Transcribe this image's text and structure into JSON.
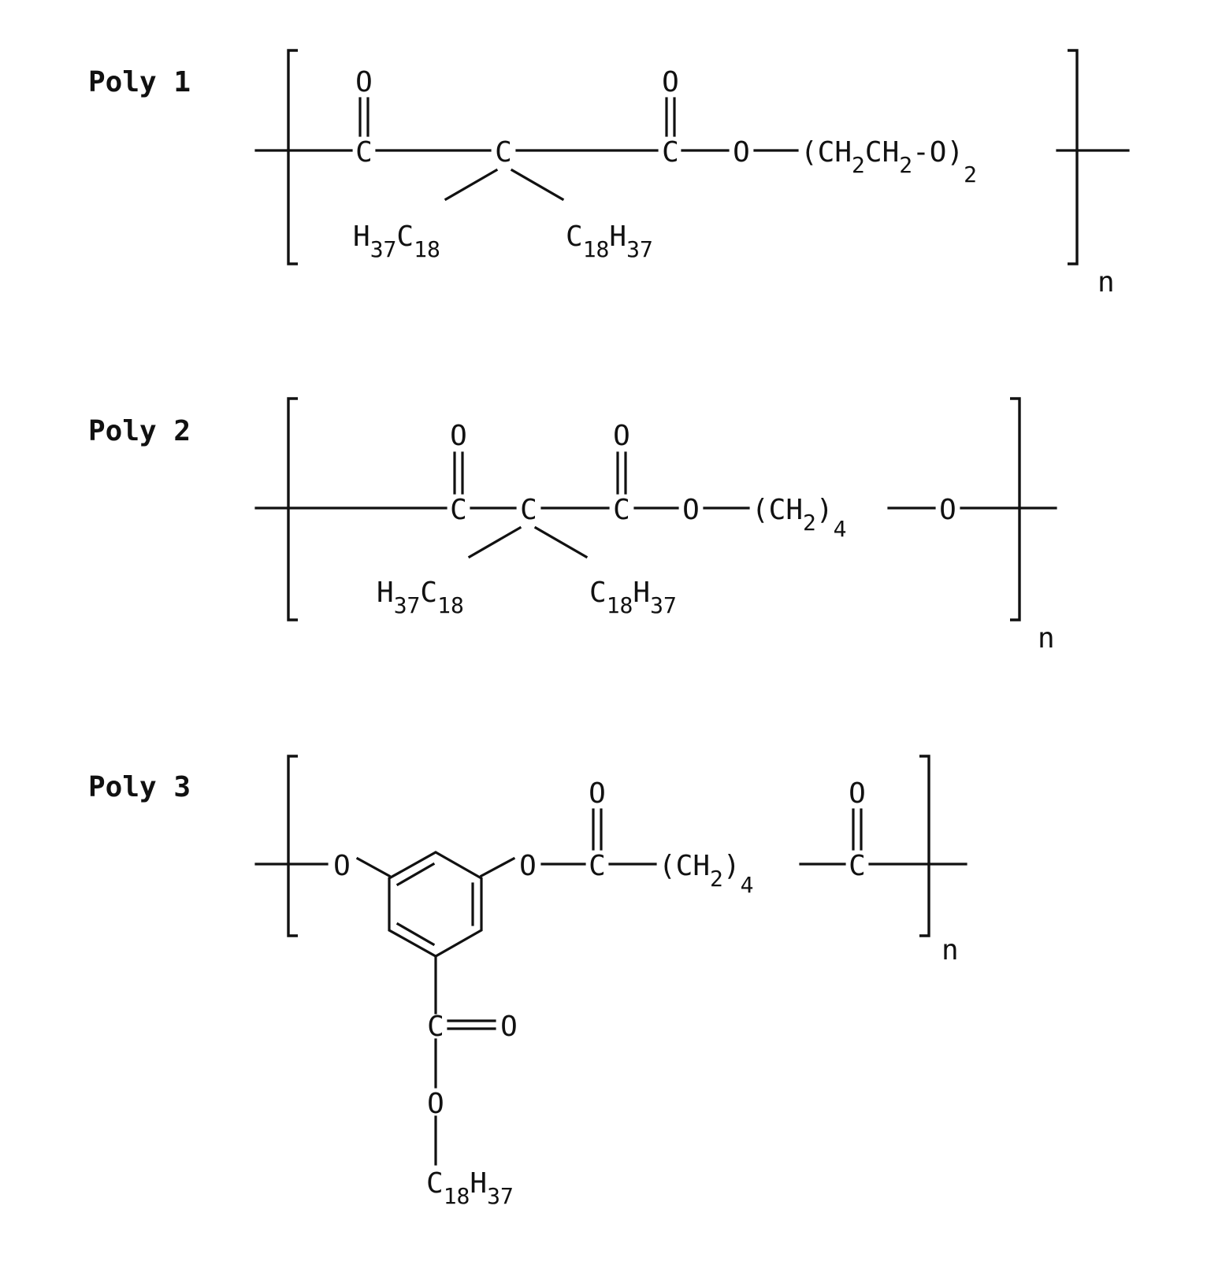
{
  "poly1": {
    "label": "Poly 1",
    "o_top_1": "O",
    "c_1": "C",
    "o_top_2": "O",
    "c_center": "C",
    "c_2": "C",
    "o_link": "O",
    "glycol": {
      "open": "(CH",
      "sub1": "2",
      "mid": "CH",
      "sub2": "2",
      "close": "-O)",
      "sub3": "2"
    },
    "left_sub": {
      "h": "H",
      "h_sub": "37",
      "c": "C",
      "c_sub": "18"
    },
    "right_sub": {
      "c": "C",
      "c_sub": "18",
      "h": "H",
      "h_sub": "37"
    },
    "repeat": "n"
  },
  "poly2": {
    "label": "Poly 2",
    "o_top_1": "O",
    "c_1": "C",
    "c_center": "C",
    "o_top_2": "O",
    "c_2": "C",
    "o_link": "O",
    "butyl": {
      "open": "(CH",
      "sub1": "2",
      "close": ")",
      "sub2": "4"
    },
    "o_end": "O",
    "left_sub": {
      "h": "H",
      "h_sub": "37",
      "c": "C",
      "c_sub": "18"
    },
    "right_sub": {
      "c": "C",
      "c_sub": "18",
      "h": "H",
      "h_sub": "37"
    },
    "repeat": "n"
  },
  "poly3": {
    "label": "Poly 3",
    "o_left": "O",
    "o_right": "O",
    "o_top_1": "O",
    "c_1": "C",
    "butyl": {
      "open": "(CH",
      "sub1": "2",
      "close": ")",
      "sub2": "4"
    },
    "o_top_2": "O",
    "c_2": "C",
    "ester_c": "C",
    "ester_o_double": "O",
    "ester_o": "O",
    "chain": {
      "c": "C",
      "c_sub": "18",
      "h": "H",
      "h_sub": "37"
    },
    "repeat": "n"
  }
}
